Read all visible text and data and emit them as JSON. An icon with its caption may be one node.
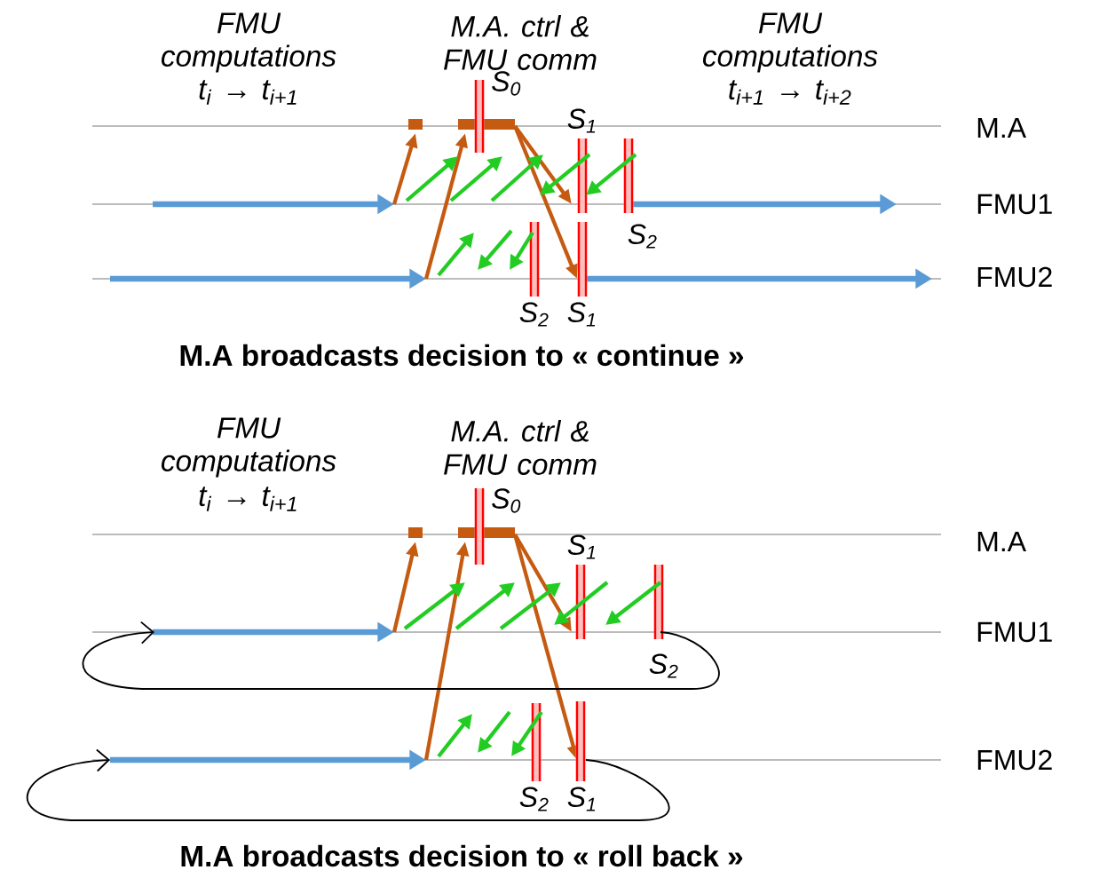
{
  "diagram": {
    "labels": [
      "FMU computations",
      "M.A. ctrl & FMU comm",
      "FMU computations",
      "t$_{i}$ → t$_{i+1}$",
      "S$_{0}$",
      "t$_{i+1}$ → t$_{i+2}$",
      "S$_{1}$",
      "M.A",
      "FMU1",
      "S$_{2}$",
      "FMU2",
      "S$_{2}$",
      "S$_{1}$",
      "M.A broadcasts decision to « continue »",
      "FMU computations",
      "M.A. ctrl & FMU comm",
      "t$_{i}$ → t$_{i+1}$",
      "S$_{0}$",
      "S$_{1}$",
      "M.A",
      "FMU1",
      "S$_{2}$",
      "FMU2",
      "S$_{2}$",
      "S$_{1}$",
      "M.A broadcasts decision to « roll back »"
    ]
  }
}
